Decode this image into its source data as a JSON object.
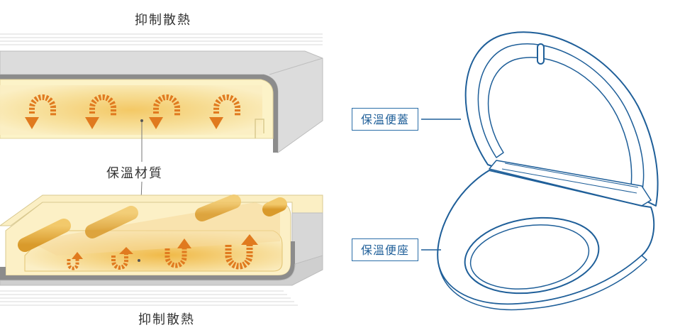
{
  "labels": {
    "top_heading": "抑制散熱",
    "middle_label": "保溫材質",
    "bottom_heading": "抑制散熱"
  },
  "callouts": {
    "lid": "保溫便蓋",
    "seat": "保溫便座"
  },
  "colors": {
    "panel_gray": "#d9d9d9",
    "panel_dark": "#8c8c8c",
    "insulation_light": "#fcf3c8",
    "insulation_glow": "#f7d98a",
    "arrow_orange": "#e07a1f",
    "rod": "#e8b24a",
    "toilet_stroke": "#1f5f99",
    "callout_border": "#2b6ea8"
  },
  "icons": {
    "heat_arrow": "u-turn-arrow-icon"
  }
}
